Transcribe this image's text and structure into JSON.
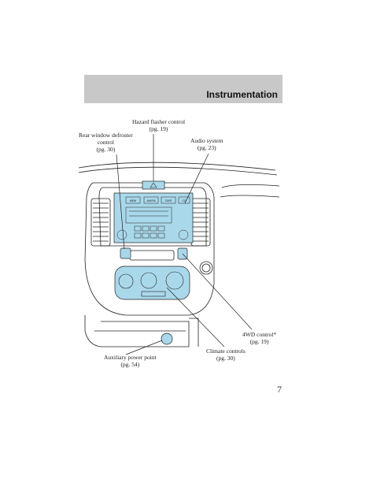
{
  "header": {
    "title": "Instrumentation"
  },
  "callouts": {
    "hazard": {
      "title": "Hazard flasher control",
      "page": "(pg. 19)"
    },
    "rear_defroster": {
      "line1": "Rear window defroster",
      "line2": "control",
      "page": "(pg. 30)"
    },
    "audio": {
      "title": "Audio system",
      "page": "(pg. 23)"
    },
    "fourwd": {
      "title": "4WD control*",
      "page": "(pg. 19)"
    },
    "climate": {
      "title": "Climate controls",
      "page": "(pg. 30)"
    },
    "power_point": {
      "title": "Auxiliary power point",
      "page": "(pg. 54)"
    }
  },
  "radio_buttons": [
    "MEM",
    "AM/FM",
    "TAPE",
    "CD"
  ],
  "page_number": "7",
  "colors": {
    "highlight": "#a9d8ea",
    "header_bar": "#c8c8c8",
    "line": "#222222"
  }
}
